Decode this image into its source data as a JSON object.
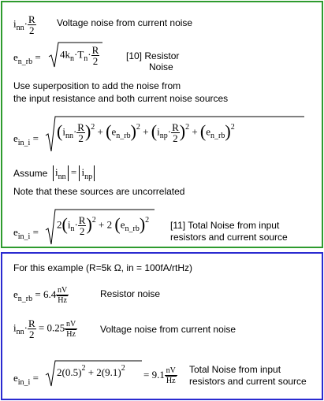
{
  "top": {
    "eq1_label": "Voltage noise from current noise",
    "eq2_label_1": "[10] Resistor",
    "eq2_label_2": "Noise",
    "superposition_line1": "Use superposition to add the noise from",
    "superposition_line2": "the input resistance and both current noise sources",
    "assume": "Assume",
    "uncorrelated": "Note that these sources are uncorrelated",
    "eq_total_label_1": "[11] Total Noise from input",
    "eq_total_label_2": "resistors and current source"
  },
  "bottom": {
    "example": "For this example (R=5k Ω, in = 100fA/rtHz)",
    "resistor_value": "6.4",
    "resistor_label": "Resistor noise",
    "current_value": "0.25",
    "current_label": "Voltage noise from current noise",
    "total_expr_a": "0.5",
    "total_expr_b": "9.1",
    "total_value": "9.1",
    "total_label_1": "Total Noise from input",
    "total_label_2": "resistors and current source"
  },
  "math": {
    "i": "i",
    "nn": "nn",
    "np": "np",
    "n": "n",
    "R": "R",
    "two": "2",
    "e": "e",
    "n_rb": "n_rb",
    "in_i": "in_i",
    "four_k": "4k",
    "T": "T",
    "nV": "nV",
    "Hz": "Hz",
    "eq_sign": "=",
    "dot": "·"
  }
}
